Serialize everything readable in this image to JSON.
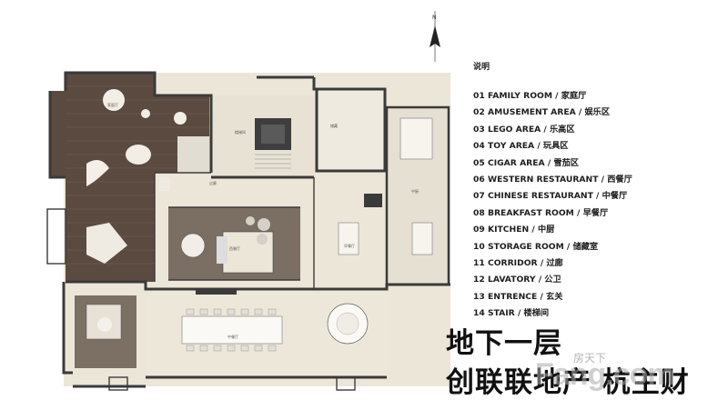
{
  "legend": {
    "title": "说明",
    "items": [
      "01 FAMILY ROOM  /  家庭厅",
      "02 AMUSEMENT AREA / 娱乐区",
      "03 LEGO AREA  / 乐高区",
      "04 TOY AREA / 玩具区",
      "05 CIGAR AREA  / 雪茄区",
      "06 WESTERN RESTAURANT /  西餐厅",
      "07 CHINESE RESTAURANT / 中餐厅",
      "08 BREAKFAST ROOM  / 早餐厅",
      "09 KITCHEN / 中厨",
      "10  STORAGE  ROOM / 储藏室",
      "11  CORRIDOR  / 过廊",
      "12  LAVATORY / 公卫",
      "13  ENTRENCE / 玄关",
      "14  STAIR / 楼梯间"
    ]
  },
  "heading": {
    "line1": "地下一层",
    "line2": "创联联地产 杭主财"
  },
  "watermark": {
    "text": "Fang.com",
    "cn": "房天下"
  },
  "plan_labels": {
    "family": "家庭厅",
    "western": "西餐厅",
    "chinese": "中餐厅",
    "corridor": "过廊",
    "stair": "楼梯间",
    "kitchen": "中厨",
    "breakfast": "早餐厅",
    "storage": "储藏"
  },
  "colors": {
    "wall": "#3a3a3a",
    "floor": "#e9e3d6",
    "wood": "#5a4a40",
    "carpet": "#7a6d62"
  }
}
